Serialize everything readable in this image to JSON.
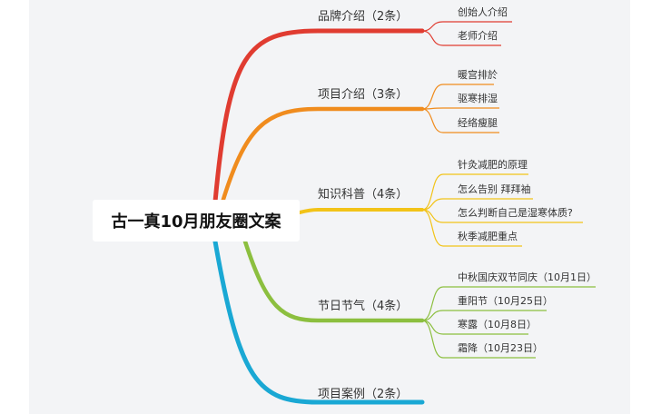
{
  "root": {
    "title": "古一真10月朋友圈文案"
  },
  "branches": [
    {
      "label": "品牌介绍（2条）",
      "color": "#e03c31",
      "children": [
        "创始人介绍",
        "老师介绍"
      ]
    },
    {
      "label": "项目介绍（3条）",
      "color": "#f08c1e",
      "children": [
        "暖宫排於",
        "驱寒排湿",
        "经络瘦腿"
      ]
    },
    {
      "label": "知识科普（4条）",
      "color": "#f2c318",
      "children": [
        "针灸减肥的原理",
        "怎么告别 拜拜袖",
        "怎么判断自己是湿寒体质?",
        "秋季减肥重点"
      ]
    },
    {
      "label": "节日节气（4条）",
      "color": "#8cbf3f",
      "children": [
        "中秋国庆双节同庆（10月1日）",
        "重阳节（10月25日）",
        "寒露（10月8日）",
        "霜降（10月23日）"
      ]
    },
    {
      "label": "项目案例（2条）",
      "color": "#1aa8d4",
      "children": []
    }
  ]
}
